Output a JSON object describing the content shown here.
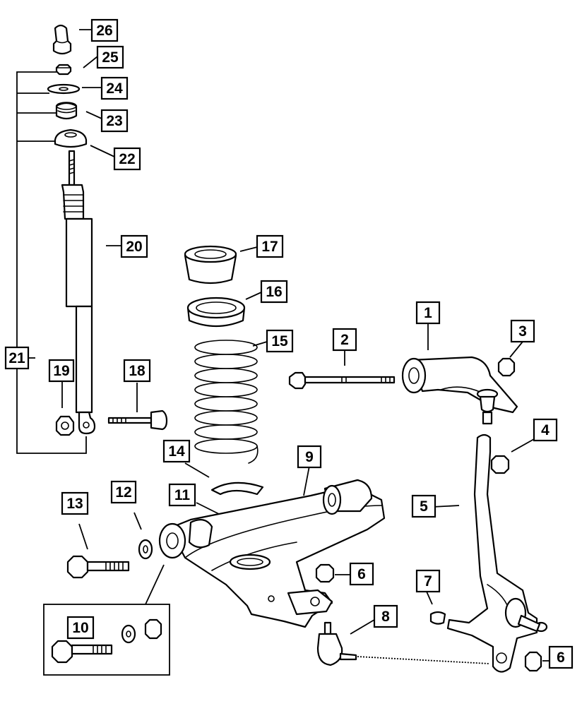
{
  "callouts": [
    {
      "id": "1",
      "label": "1"
    },
    {
      "id": "2",
      "label": "2"
    },
    {
      "id": "3",
      "label": "3"
    },
    {
      "id": "4",
      "label": "4"
    },
    {
      "id": "5",
      "label": "5"
    },
    {
      "id": "6a",
      "label": "6"
    },
    {
      "id": "6b",
      "label": "6"
    },
    {
      "id": "7",
      "label": "7"
    },
    {
      "id": "8",
      "label": "8"
    },
    {
      "id": "9",
      "label": "9"
    },
    {
      "id": "10",
      "label": "10"
    },
    {
      "id": "11",
      "label": "11"
    },
    {
      "id": "12",
      "label": "12"
    },
    {
      "id": "13",
      "label": "13"
    },
    {
      "id": "14",
      "label": "14"
    },
    {
      "id": "15",
      "label": "15"
    },
    {
      "id": "16",
      "label": "16"
    },
    {
      "id": "17",
      "label": "17"
    },
    {
      "id": "18",
      "label": "18"
    },
    {
      "id": "19",
      "label": "19"
    },
    {
      "id": "20",
      "label": "20"
    },
    {
      "id": "21",
      "label": "21"
    },
    {
      "id": "22",
      "label": "22"
    },
    {
      "id": "23",
      "label": "23"
    },
    {
      "id": "24",
      "label": "24"
    },
    {
      "id": "25",
      "label": "25"
    },
    {
      "id": "26",
      "label": "26"
    }
  ]
}
